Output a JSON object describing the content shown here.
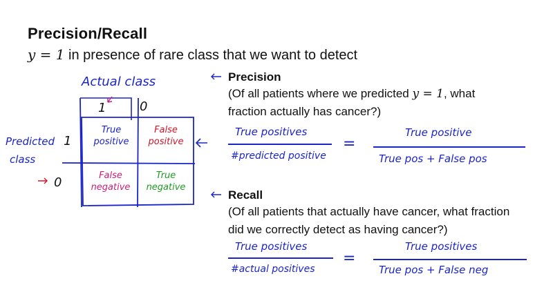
{
  "slide": {
    "title": "Precision/Recall",
    "subtitle_prefix": "y = 1",
    "subtitle_rest": " in presence of rare class that we want to detect"
  },
  "matrix": {
    "actual_label": "Actual class",
    "predicted_label_1": "Predicted",
    "predicted_label_2": "class",
    "col_1": "1",
    "col_0": "0",
    "row_1": "1",
    "row_0": "0",
    "tp_1": "True",
    "tp_2": "positive",
    "fp_1": "False",
    "fp_2": "positive",
    "fn_1": "False",
    "fn_2": "negative",
    "tn_1": "True",
    "tn_2": "negative"
  },
  "precision": {
    "heading": "Precision",
    "desc_1_pre": "(Of all patients where we predicted ",
    "desc_1_math": "y = 1",
    "desc_1_post": ", what",
    "desc_2": "fraction actually has cancer?)",
    "num_left": "True positives",
    "den_left": "#predicted positive",
    "num_right": "True positive",
    "den_right": "True pos + False pos",
    "equals": "="
  },
  "recall": {
    "heading": "Recall",
    "desc_1": "(Of all patients that actually have cancer, what fraction",
    "desc_2": "did we correctly detect as having cancer?)",
    "num_left": "True positives",
    "den_left": "#actual positives",
    "num_right": "True positives",
    "den_right": "True pos + False neg",
    "equals": "="
  },
  "colors": {
    "ink_blue": "#1a24c8",
    "ink_red": "#d0142a",
    "ink_green": "#1f9a22",
    "ink_magenta": "#c81e7a"
  }
}
